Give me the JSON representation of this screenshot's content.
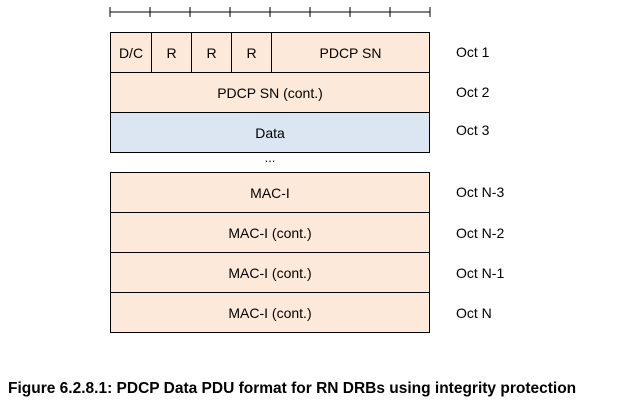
{
  "colors": {
    "header_fill": "#fde9d9",
    "data_fill": "#dce6f2",
    "border": "#000000"
  },
  "header_row": {
    "dc": "D/C",
    "r1": "R",
    "r2": "R",
    "r3": "R",
    "sn": "PDCP SN",
    "oct": "Oct 1"
  },
  "rows": [
    {
      "label": "PDCP SN (cont.)",
      "oct": "Oct 2"
    },
    {
      "label": "Data",
      "oct": "Oct 3"
    },
    {
      "label": "MAC-I",
      "oct": "Oct N-3"
    },
    {
      "label": "MAC-I (cont.)",
      "oct": "Oct N-2"
    },
    {
      "label": "MAC-I (cont.)",
      "oct": "Oct N-1"
    },
    {
      "label": "MAC-I (cont.)",
      "oct": "Oct N"
    }
  ],
  "ellipsis": "...",
  "caption": "Figure 6.2.8.1: PDCP Data PDU format for RN DRBs using integrity protection"
}
